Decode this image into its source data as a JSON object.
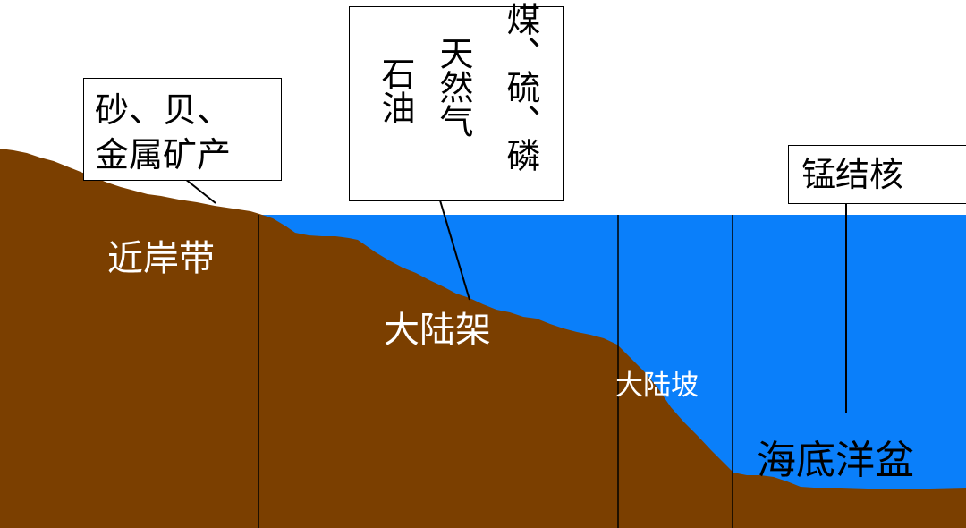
{
  "diagram": {
    "colors": {
      "seabed": "#7B3F00",
      "sea": "#0A7FFA",
      "line": "#000000",
      "box_fill": "#FFFFFF",
      "zone_label_on_land": "#FFFFFF",
      "zone_label_on_water": "#000000"
    },
    "callouts": {
      "sand_shell_metal": {
        "line1": "砂、贝、",
        "line2": "金属矿产"
      },
      "shelf_resources": {
        "oil": "石油",
        "gas": "天然气",
        "coal_sulfur_phosphorus": "煤、硫、磷"
      },
      "manganese": {
        "text": "锰结核"
      }
    },
    "zones": {
      "nearshore": "近岸带",
      "continental_shelf": "大陆架",
      "continental_slope": "大陆坡",
      "ocean_basin": "海底洋盆"
    }
  }
}
